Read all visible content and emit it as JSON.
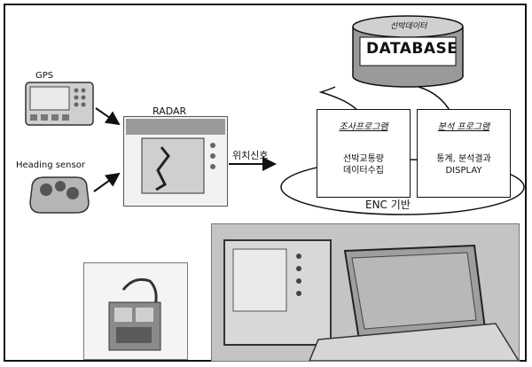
{
  "labels": {
    "gps": "GPS",
    "radar": "RADAR",
    "heading_sensor": "Heading sensor",
    "position_signal": "위치신호",
    "database_caption": "선박데이터",
    "database_title": "DATABASE",
    "survey_program_title": "조사프로그램",
    "survey_program_line1": "선박교통량",
    "survey_program_line2": "데이터수집",
    "analysis_program_title": "분석 프로그램",
    "analysis_program_line1": "통계, 분석결과",
    "analysis_program_line2": "DISPLAY",
    "enc_base": "ENC 기반"
  },
  "colors": {
    "ink": "#111111",
    "photo_gray": "#cfcfcf",
    "panel_white": "#ffffff"
  }
}
